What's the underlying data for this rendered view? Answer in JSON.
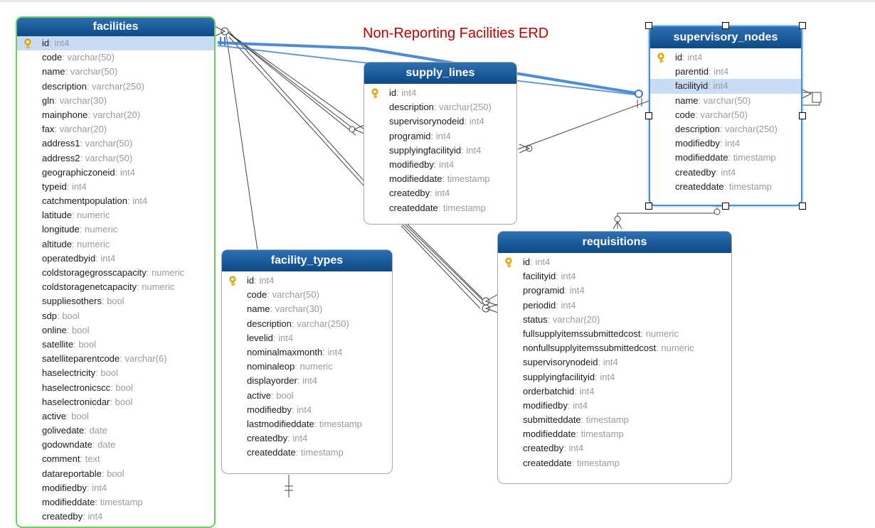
{
  "title": "Non-Reporting Facilities ERD",
  "colors": {
    "header": "#0d4a87",
    "title": "#c00000",
    "selected_green": "#6ccf5a",
    "selected_blue": "#4a90e2",
    "highlight": "#c9dcf6"
  },
  "icons": {
    "primary_key": "key-icon"
  },
  "entities": {
    "facilities": {
      "name": "facilities",
      "columns": [
        {
          "name": "id",
          "type": "int4",
          "pk": true,
          "hl": true
        },
        {
          "name": "code",
          "type": "varchar(50)"
        },
        {
          "name": "name",
          "type": "varchar(50)"
        },
        {
          "name": "description",
          "type": "varchar(250)"
        },
        {
          "name": "gln",
          "type": "varchar(30)"
        },
        {
          "name": "mainphone",
          "type": "varchar(20)"
        },
        {
          "name": "fax",
          "type": "varchar(20)"
        },
        {
          "name": "address1",
          "type": "varchar(50)"
        },
        {
          "name": "address2",
          "type": "varchar(50)"
        },
        {
          "name": "geographiczoneid",
          "type": "int4"
        },
        {
          "name": "typeid",
          "type": "int4"
        },
        {
          "name": "catchmentpopulation",
          "type": "int4"
        },
        {
          "name": "latitude",
          "type": "numeric"
        },
        {
          "name": "longitude",
          "type": "numeric"
        },
        {
          "name": "altitude",
          "type": "numeric"
        },
        {
          "name": "operatedbyid",
          "type": "int4"
        },
        {
          "name": "coldstoragegrosscapacity",
          "type": "numeric"
        },
        {
          "name": "coldstoragenetcapacity",
          "type": "numeric"
        },
        {
          "name": "suppliesothers",
          "type": "bool"
        },
        {
          "name": "sdp",
          "type": "bool"
        },
        {
          "name": "online",
          "type": "bool"
        },
        {
          "name": "satellite",
          "type": "bool"
        },
        {
          "name": "satelliteparentcode",
          "type": "varchar(6)"
        },
        {
          "name": "haselectricity",
          "type": "bool"
        },
        {
          "name": "haselectronicscc",
          "type": "bool"
        },
        {
          "name": "haselectronicdar",
          "type": "bool"
        },
        {
          "name": "active",
          "type": "bool"
        },
        {
          "name": "golivedate",
          "type": "date"
        },
        {
          "name": "godowndate",
          "type": "date"
        },
        {
          "name": "comment",
          "type": "text"
        },
        {
          "name": "datareportable",
          "type": "bool"
        },
        {
          "name": "modifiedby",
          "type": "int4"
        },
        {
          "name": "modifieddate",
          "type": "timestamp"
        },
        {
          "name": "createdby",
          "type": "int4"
        }
      ]
    },
    "supply_lines": {
      "name": "supply_lines",
      "columns": [
        {
          "name": "id",
          "type": "int4",
          "pk": true
        },
        {
          "name": "description",
          "type": "varchar(250)"
        },
        {
          "name": "supervisorynodeid",
          "type": "int4"
        },
        {
          "name": "programid",
          "type": "int4"
        },
        {
          "name": "supplyingfacilityid",
          "type": "int4"
        },
        {
          "name": "modifiedby",
          "type": "int4"
        },
        {
          "name": "modifieddate",
          "type": "timestamp"
        },
        {
          "name": "createdby",
          "type": "int4"
        },
        {
          "name": "createddate",
          "type": "timestamp"
        }
      ]
    },
    "supervisory_nodes": {
      "name": "supervisory_nodes",
      "columns": [
        {
          "name": "id",
          "type": "int4",
          "pk": true
        },
        {
          "name": "parentid",
          "type": "int4"
        },
        {
          "name": "facilityid",
          "type": "int4",
          "hl": true
        },
        {
          "name": "name",
          "type": "varchar(50)"
        },
        {
          "name": "code",
          "type": "varchar(50)"
        },
        {
          "name": "description",
          "type": "varchar(250)"
        },
        {
          "name": "modifiedby",
          "type": "int4"
        },
        {
          "name": "modifieddate",
          "type": "timestamp"
        },
        {
          "name": "createdby",
          "type": "int4"
        },
        {
          "name": "createddate",
          "type": "timestamp"
        }
      ]
    },
    "facility_types": {
      "name": "facility_types",
      "columns": [
        {
          "name": "id",
          "type": "int4",
          "pk": true
        },
        {
          "name": "code",
          "type": "varchar(50)"
        },
        {
          "name": "name",
          "type": "varchar(30)"
        },
        {
          "name": "description",
          "type": "varchar(250)"
        },
        {
          "name": "levelid",
          "type": "int4"
        },
        {
          "name": "nominalmaxmonth",
          "type": "int4"
        },
        {
          "name": "nominaleop",
          "type": "numeric"
        },
        {
          "name": "displayorder",
          "type": "int4"
        },
        {
          "name": "active",
          "type": "bool"
        },
        {
          "name": "modifiedby",
          "type": "int4"
        },
        {
          "name": "lastmodifieddate",
          "type": "timestamp"
        },
        {
          "name": "createdby",
          "type": "int4"
        },
        {
          "name": "createddate",
          "type": "timestamp"
        }
      ]
    },
    "requisitions": {
      "name": "requisitions",
      "columns": [
        {
          "name": "id",
          "type": "int4",
          "pk": true
        },
        {
          "name": "facilityid",
          "type": "int4"
        },
        {
          "name": "programid",
          "type": "int4"
        },
        {
          "name": "periodid",
          "type": "int4"
        },
        {
          "name": "status",
          "type": "varchar(20)"
        },
        {
          "name": "fullsupplyitemssubmittedcost",
          "type": "numeric"
        },
        {
          "name": "nonfullsupplyitemssubmittedcost",
          "type": "numeric"
        },
        {
          "name": "supervisorynodeid",
          "type": "int4"
        },
        {
          "name": "supplyingfacilityid",
          "type": "int4"
        },
        {
          "name": "orderbatchid",
          "type": "int4"
        },
        {
          "name": "modifiedby",
          "type": "int4"
        },
        {
          "name": "submitteddate",
          "type": "timestamp"
        },
        {
          "name": "modifieddate",
          "type": "timestamp"
        },
        {
          "name": "createdby",
          "type": "int4"
        },
        {
          "name": "createddate",
          "type": "timestamp"
        }
      ]
    }
  }
}
